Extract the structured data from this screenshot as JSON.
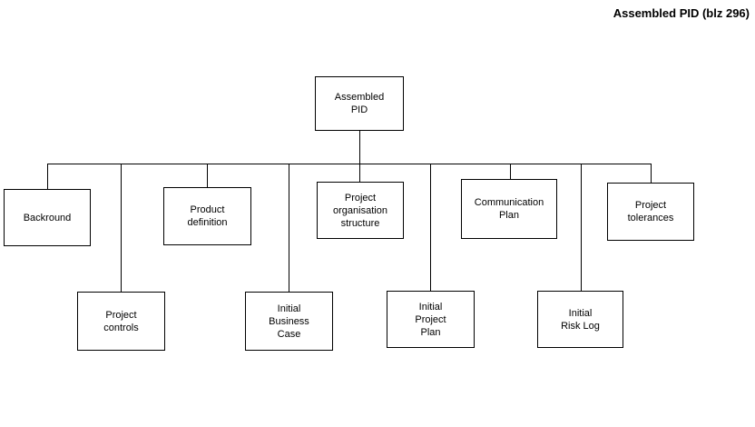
{
  "title": "Assembled PID (blz 296)",
  "colors": {
    "background": "#ffffff",
    "box_fill": "#ffffff",
    "box_border": "#000000",
    "line": "#000000",
    "text": "#000000"
  },
  "nodes": {
    "root": {
      "label": "Assembled\nPID"
    },
    "backround": {
      "label": "Backround"
    },
    "product_definition": {
      "label": "Product\ndefinition"
    },
    "project_organisation_structure": {
      "label": "Project\norganisation\nstructure"
    },
    "communication_plan": {
      "label": "Communication\nPlan"
    },
    "project_tolerances": {
      "label": "Project\ntolerances"
    },
    "project_controls": {
      "label": "Project\ncontrols"
    },
    "initial_business_case": {
      "label": "Initial\nBusiness\nCase"
    },
    "initial_project_plan": {
      "label": "Initial\nProject\nPlan"
    },
    "initial_risk_log": {
      "label": "Initial\nRisk Log"
    }
  },
  "hierarchy": {
    "root": "root",
    "children_left_to_right": [
      "backround",
      "project_controls",
      "product_definition",
      "initial_business_case",
      "project_organisation_structure",
      "initial_project_plan",
      "communication_plan",
      "initial_risk_log",
      "project_tolerances"
    ]
  }
}
